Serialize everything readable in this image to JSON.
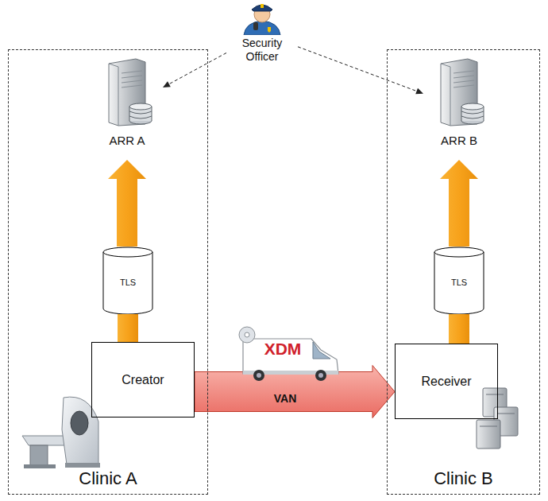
{
  "diagram": {
    "nodes": [
      {
        "text": [
          "Clinic A"
        ]
      },
      {
        "text": [
          "ARR A"
        ],
        "in": 0
      },
      {
        "text": [
          "TLS"
        ],
        "in": 0
      },
      {
        "text": [
          "Creator"
        ],
        "in": 0
      },
      {
        "text": [
          "Security Officer"
        ]
      },
      {
        "text": [
          "Clinic B"
        ]
      },
      {
        "text": [
          "ARR B"
        ],
        "in": 5
      },
      {
        "text": [
          "TLS"
        ],
        "in": 5
      },
      {
        "text": [
          "Receiver"
        ],
        "in": 5
      }
    ],
    "edges": [
      {
        "from": 3,
        "to": 2,
        "arrow": "none"
      },
      {
        "from": 2,
        "to": 1,
        "arrow": "to"
      },
      {
        "from": 8,
        "to": 7,
        "arrow": "none"
      },
      {
        "from": 7,
        "to": 6,
        "arrow": "to"
      },
      {
        "from": 3,
        "to": 8,
        "label": "VAN",
        "arrow": "to"
      },
      {
        "from": 4,
        "to": 1,
        "arrow": "to"
      },
      {
        "from": 4,
        "to": 6,
        "arrow": "to"
      }
    ],
    "labels": [
      "XDM"
    ]
  }
}
